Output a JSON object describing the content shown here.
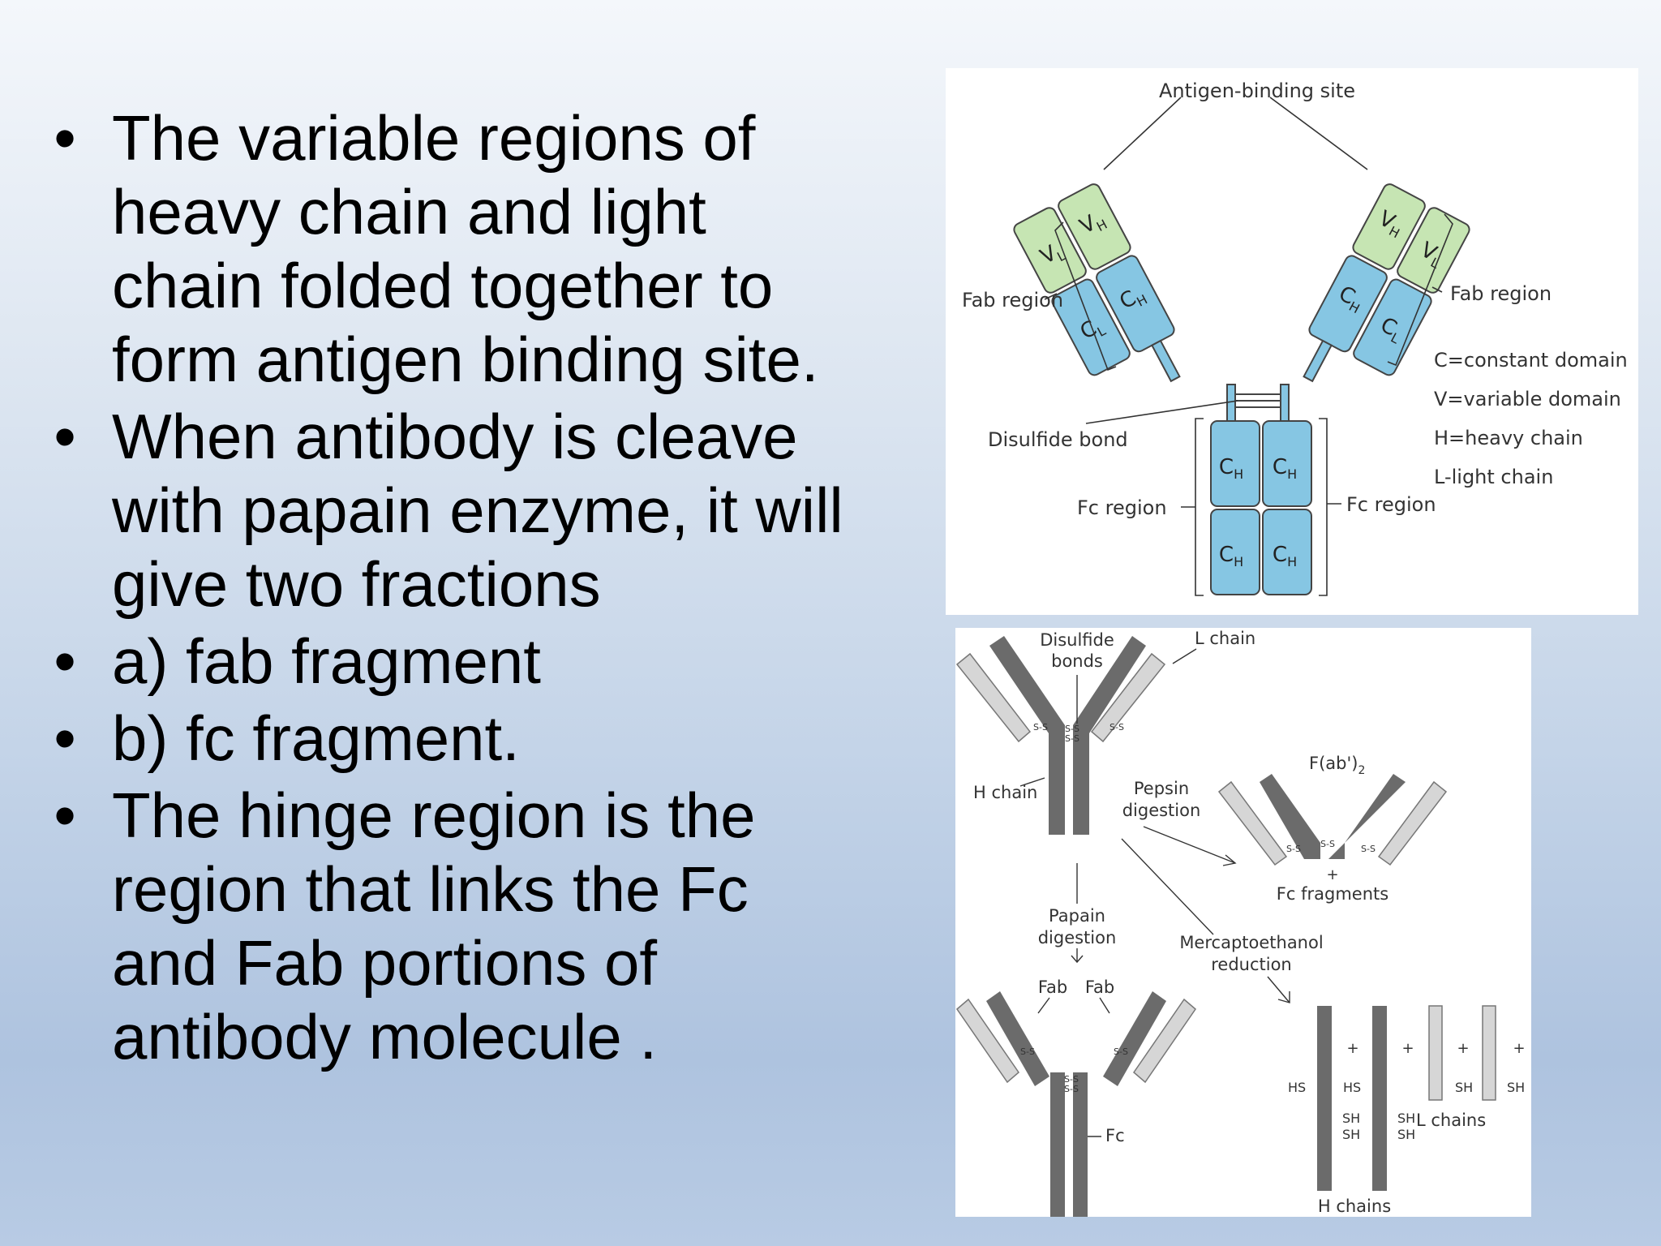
{
  "bullets": [
    {
      "text": "The variable regions of\nheavy  chain and light\nchain folded  together to\nform antigen  binding site."
    },
    {
      "text": "When antibody is cleave\nwith  papain enzyme, it will\ngive  two fractions"
    },
    {
      "text": "a)  fab fragment"
    },
    {
      "text": "b)  fc fragment."
    },
    {
      "text": "The hinge region is the\nregion  that links the Fc\nand Fab  portions of\nantibody molecule ."
    }
  ],
  "bullet_char": "•",
  "diagram_top": {
    "antigen_binding_site": "Antigen-binding site",
    "fab_region_left": "Fab region",
    "fab_region_right": "Fab region",
    "disulfide_bond": "Disulfide bond",
    "fc_region_left": "Fc region",
    "fc_region_right": "Fc region",
    "legend": [
      "C=constant domain",
      "V=variable domain",
      "H=heavy chain",
      "L-light chain"
    ],
    "domain_vl": "V",
    "domain_vh": "V",
    "domain_ch": "C",
    "domain_cl": "C",
    "sub_l": "L",
    "sub_h": "H",
    "colors": {
      "variable": "#c6e5b3",
      "constant": "#86c6e3",
      "outline": "#444444"
    }
  },
  "diagram_bottom": {
    "disulfide_bonds": "Disulfide\nbonds",
    "l_chain": "L chain",
    "h_chain": "H chain",
    "pepsin_digestion": "Pepsin\ndigestion",
    "fab2": "F(ab')",
    "fab2_sub": "2",
    "fc_fragments": "Fc fragments",
    "plus": "+",
    "papain_digestion": "Papain\ndigestion",
    "mercaptoethanol_reduction": "Mercaptoethanol\nreduction",
    "fab": "Fab",
    "fc": "Fc",
    "hs": "HS",
    "sh": "SH",
    "ss": "S-S",
    "l_chains": "L chains",
    "h_chains": "H chains",
    "colors": {
      "heavy": "#6b6b6b",
      "light": "#d6d6d6"
    }
  }
}
